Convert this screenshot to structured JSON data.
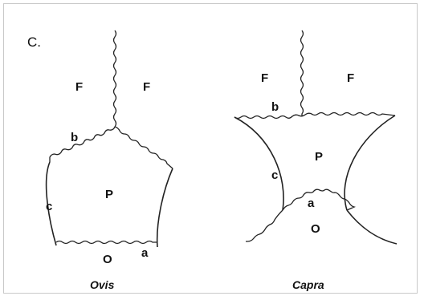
{
  "panel_label": "C.",
  "left": {
    "caption": "Ovis",
    "labels": {
      "f_left": "F",
      "f_right": "F",
      "b": "b",
      "c": "c",
      "p": "P",
      "o": "O",
      "a": "a"
    }
  },
  "right": {
    "caption": "Capra",
    "labels": {
      "f_left": "F",
      "f_right": "F",
      "b": "b",
      "c": "c",
      "p": "P",
      "a": "a",
      "o": "O"
    }
  }
}
